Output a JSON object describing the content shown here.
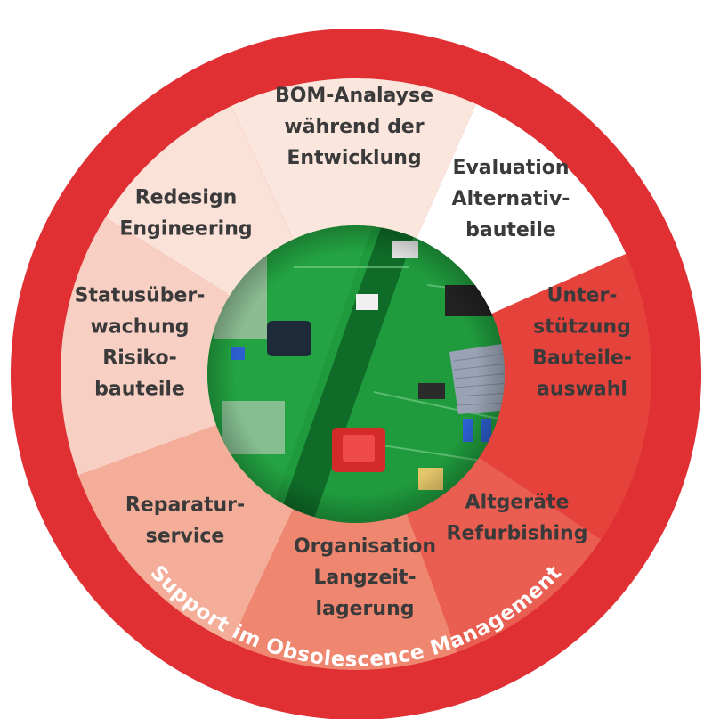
{
  "ring": {
    "caption": "Support im Obsolescence Management",
    "color": "#e03034"
  },
  "segments": [
    {
      "id": "bom",
      "lines": [
        "BOM-Analayse",
        "während der",
        "Entwicklung"
      ],
      "color": "#fbe6dd"
    },
    {
      "id": "eval",
      "lines": [
        "Evaluation",
        "Alternativ-",
        "bauteile"
      ],
      "color": "#ffffff"
    },
    {
      "id": "unter",
      "lines": [
        "Unter-",
        "stützung",
        "Bauteile-",
        "auswahl"
      ],
      "color": "#e6423c"
    },
    {
      "id": "alt",
      "lines": [
        "Altgeräte",
        "Refurbishing"
      ],
      "color": "#ea5e51"
    },
    {
      "id": "org",
      "lines": [
        "Organisation",
        "Langzeit-",
        "lagerung"
      ],
      "color": "#ef8670"
    },
    {
      "id": "rep",
      "lines": [
        "Reparatur-",
        "service"
      ],
      "color": "#f4ad98"
    },
    {
      "id": "status",
      "lines": [
        "Statusüber-",
        "wachung",
        "Risiko-",
        "bauteile"
      ],
      "color": "#f8d0c3"
    },
    {
      "id": "redesign",
      "lines": [
        "Redesign",
        "Engineering"
      ],
      "color": "#fbe2d9"
    }
  ],
  "center_image": {
    "description_icon": "circuit-board-photo",
    "colors": {
      "board": "#1f9a3c",
      "board_dark": "#0f6b28",
      "chip": "#d42a2a",
      "ribbon": "#9aa3b5"
    }
  }
}
